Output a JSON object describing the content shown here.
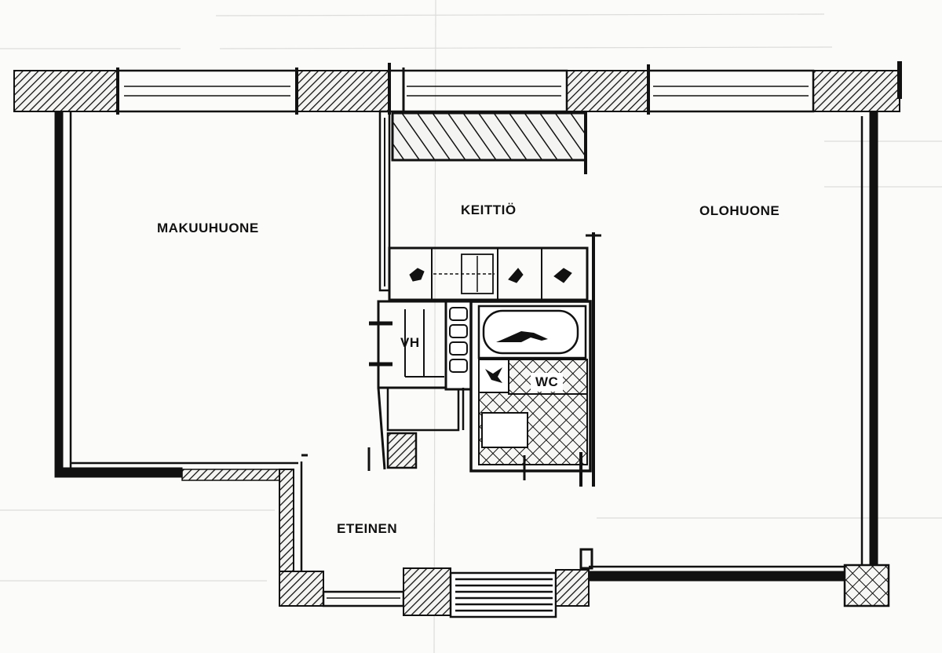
{
  "rooms": {
    "bedroom": "MAKUUHUONE",
    "kitchen": "KEITTIÖ",
    "living": "OLOHUONE",
    "closet": "VH",
    "wc": "WC",
    "hall": "ETEINEN"
  }
}
